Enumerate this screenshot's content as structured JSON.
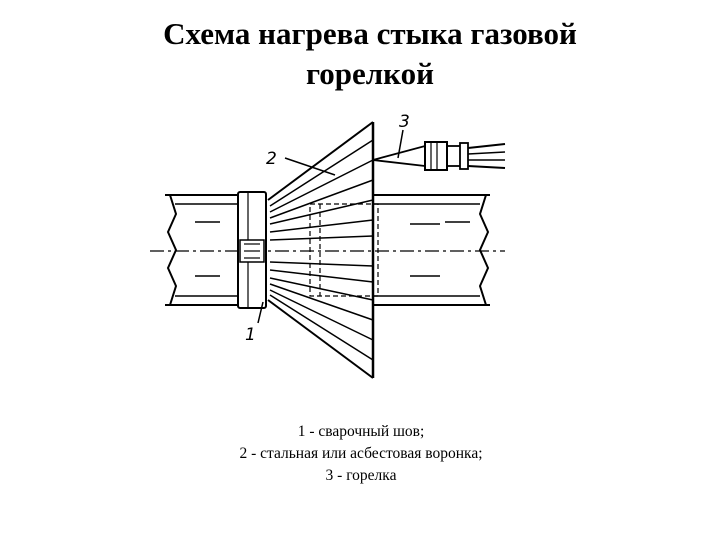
{
  "slide": {
    "title_lines": [
      "Схема нагрева стыка газовой",
      "горелкой"
    ]
  },
  "diagram": {
    "callouts": {
      "weld": "1",
      "funnel": "2",
      "burner": "3"
    }
  },
  "legend": {
    "items": [
      "1 - сварочный шов;",
      "2 - стальная или асбестовая воронка;",
      "3 - горелка"
    ]
  }
}
